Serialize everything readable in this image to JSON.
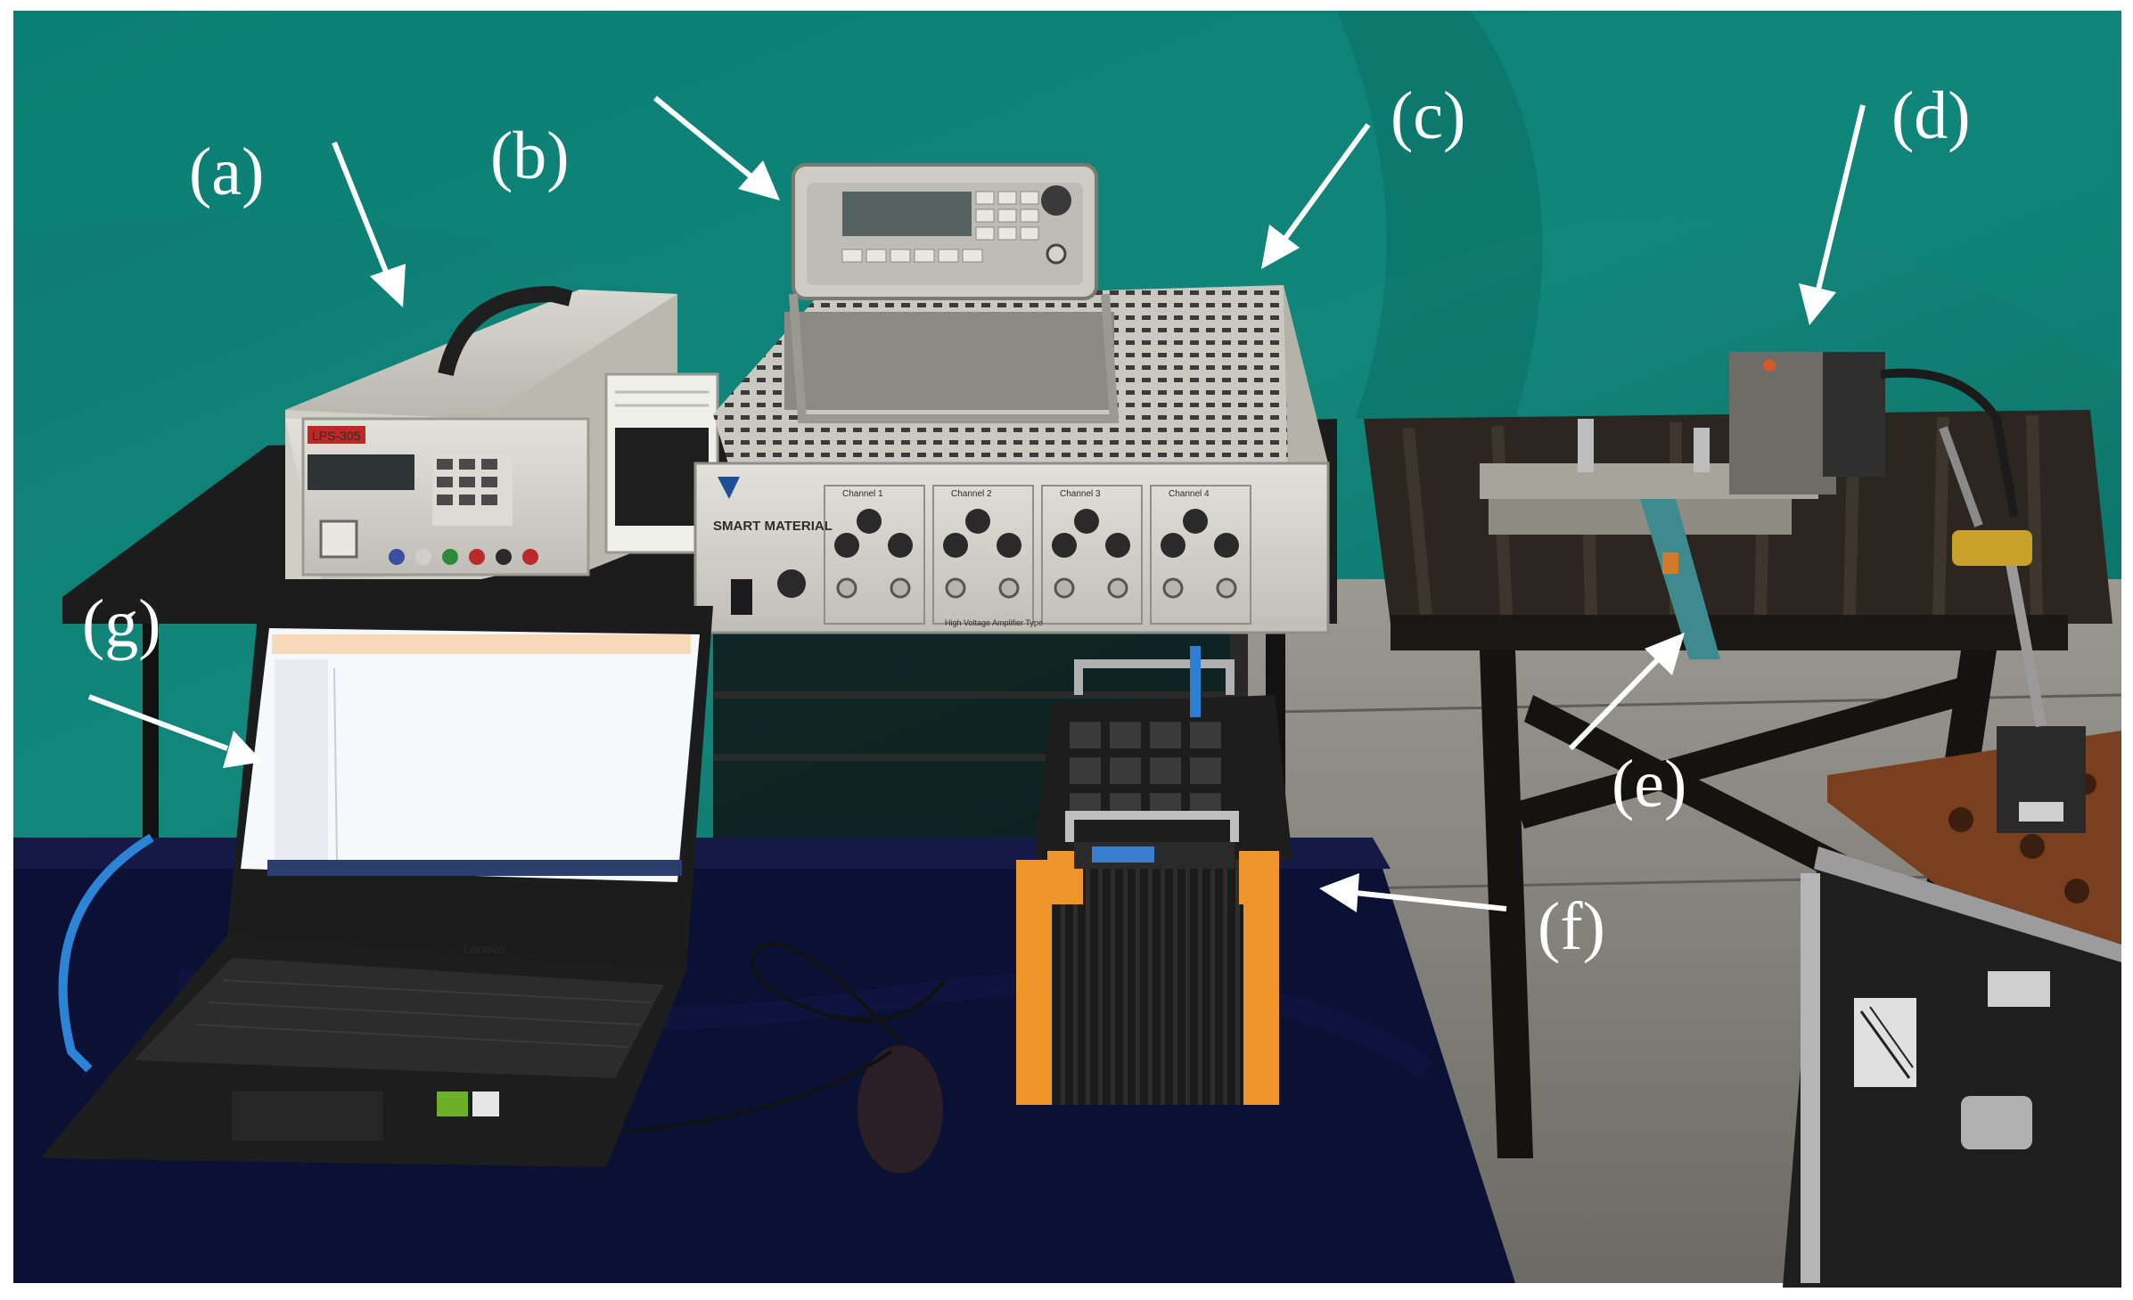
{
  "figure": {
    "labels": {
      "a": "(a)",
      "b": "(b)",
      "c": "(c)",
      "d": "(d)",
      "e": "(e)",
      "f": "(f)",
      "g": "(g)"
    },
    "device_text": {
      "amplifier_brand": "SMART MATERIAL",
      "amplifier_model": "High Voltage Amplifier Type",
      "amplifier_channels": [
        "Channel 1",
        "Channel 2",
        "Channel 3",
        "Channel 4"
      ],
      "power_supply_model": "LPS-305",
      "laptop_brand": "Lenovo"
    },
    "colors": {
      "backdrop": "#0f7f76",
      "table_cloth": "#0b1035",
      "device_panel": "#d7d7cf",
      "label_text": "#ffffff",
      "acquisition_frame": "#f0952a"
    }
  }
}
